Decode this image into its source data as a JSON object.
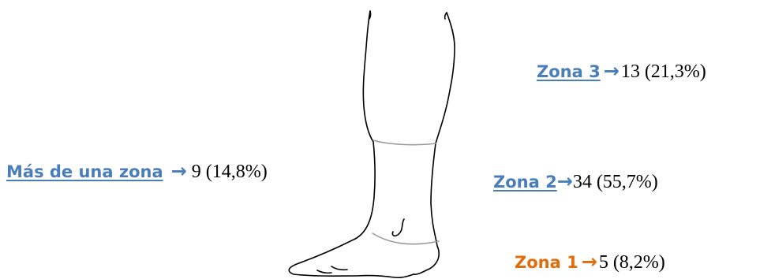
{
  "colors": {
    "accent": "#4a7ebb",
    "line": "#000000",
    "zone_boundary": "#9a9a9a"
  },
  "annotations": [
    {
      "id": "zona3",
      "zone": "Zona  3",
      "arrow": "→",
      "value": "13 (21,3%)",
      "underlined": true
    },
    {
      "id": "mas",
      "zone": "Más de una zona",
      "arrow": "→",
      "value": "9 (14,8%)",
      "underlined": true
    },
    {
      "id": "zona2",
      "zone": "Zona  2",
      "arrow": "→",
      "value": "34 (55,7%)",
      "underlined": true
    },
    {
      "id": "zona1",
      "zone": "Zona  1",
      "arrow": "→",
      "value": "5 (8,2%)",
      "underlined": false
    }
  ],
  "icons": {
    "leg": "leg-foot-outline-icon",
    "arrow": "right-arrow-icon"
  }
}
